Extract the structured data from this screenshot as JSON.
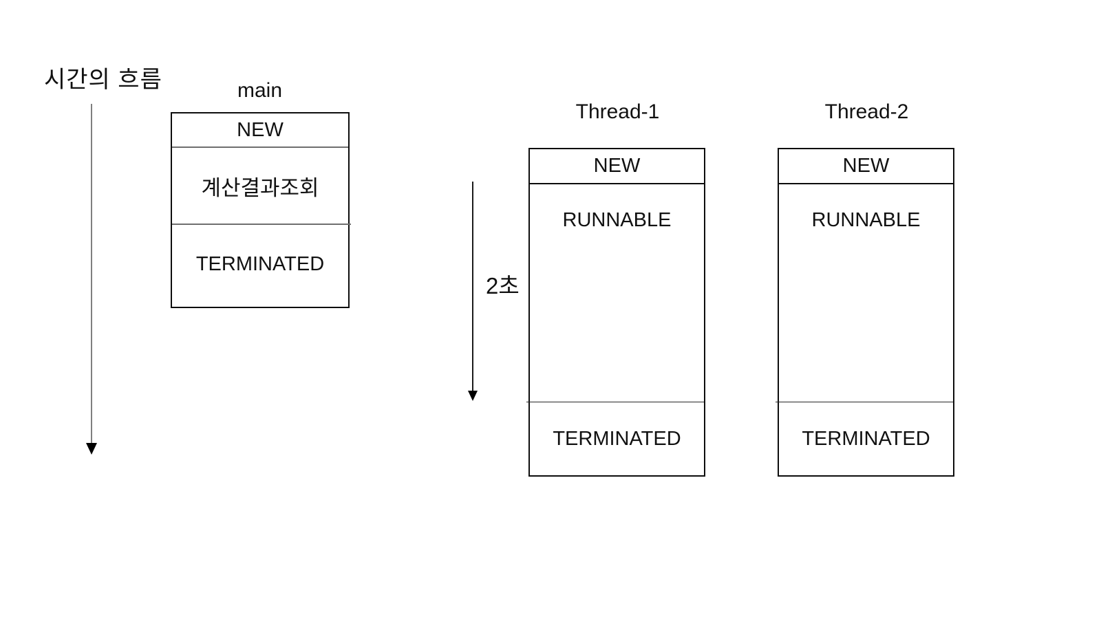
{
  "diagram": {
    "time_axis_label": "시간의 흐름",
    "duration_label": "2초",
    "line_color": "#000000",
    "muted_line_color": "#7f7f7f"
  },
  "lifelines": [
    {
      "title": "main",
      "states": [
        "NEW",
        "계산결과조회",
        "TERMINATED"
      ]
    },
    {
      "title": "Thread-1",
      "states": [
        "NEW",
        "RUNNABLE",
        "TERMINATED"
      ]
    },
    {
      "title": "Thread-2",
      "states": [
        "NEW",
        "RUNNABLE",
        "TERMINATED"
      ]
    }
  ]
}
